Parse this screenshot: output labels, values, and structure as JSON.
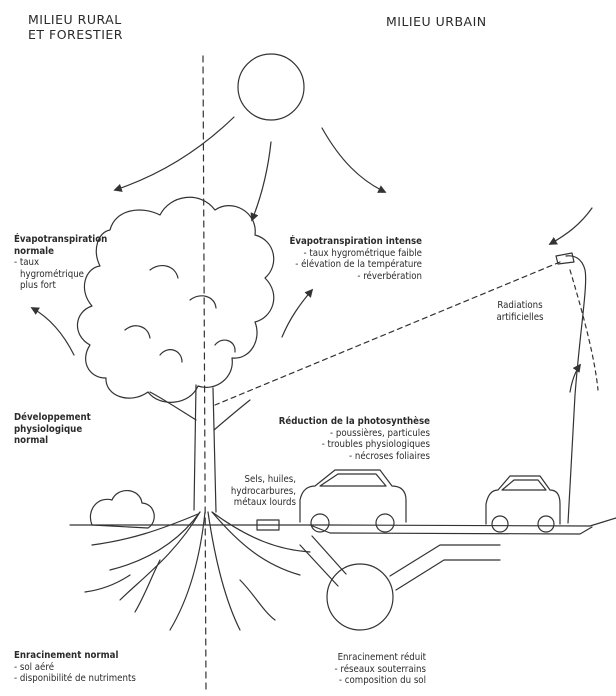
{
  "headers": {
    "rural": [
      "MILIEU RURAL",
      "ET FORESTIER"
    ],
    "urban": "MILIEU URBAIN"
  },
  "labels": {
    "evapo_normal": {
      "title": [
        "Évapotranspiration",
        "normale"
      ],
      "lines": [
        "- taux",
        "hygrométrique",
        "plus fort"
      ]
    },
    "evapo_intense": {
      "title": "Évapotranspiration intense",
      "lines": [
        "- taux hygrométrique faible",
        "- élévation de la température",
        "- réverbération"
      ]
    },
    "radiations": [
      "Radiations",
      "artificielles"
    ],
    "dev_physio": [
      "Développement",
      "physiologique",
      "normal"
    ],
    "photosynthese": {
      "title": "Réduction de la photosynthèse",
      "lines": [
        "- poussières, particules",
        "- troubles physiologiques",
        "- nécroses foliaires"
      ]
    },
    "pollutants": [
      "Sels, huiles,",
      "hydrocarbures,",
      "métaux lourds"
    ],
    "enrac_normal": {
      "title": "Enracinement normal",
      "lines": [
        "- sol aéré",
        "- disponibilité de nutriments"
      ]
    },
    "enrac_reduit": {
      "title": "Enracinement réduit",
      "lines": [
        "- réseaux souterrains",
        "- composition du sol"
      ]
    }
  }
}
